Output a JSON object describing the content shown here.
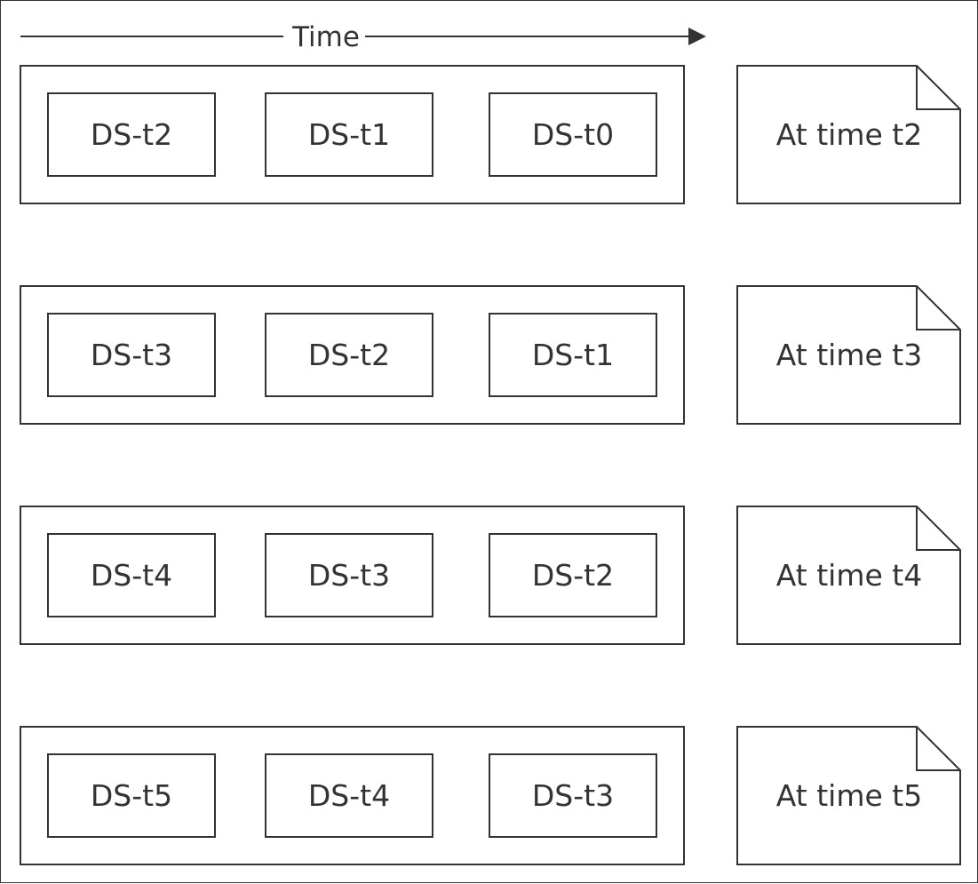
{
  "axis": {
    "label": "Time"
  },
  "rows": [
    {
      "boxes": [
        "DS-t2",
        "DS-t1",
        "DS-t0"
      ],
      "note": "At time t2"
    },
    {
      "boxes": [
        "DS-t3",
        "DS-t2",
        "DS-t1"
      ],
      "note": "At time t3"
    },
    {
      "boxes": [
        "DS-t4",
        "DS-t3",
        "DS-t2"
      ],
      "note": "At time t4"
    },
    {
      "boxes": [
        "DS-t5",
        "DS-t4",
        "DS-t3"
      ],
      "note": "At time t5"
    }
  ],
  "colors": {
    "stroke": "#333333",
    "fill": "#ffffff"
  }
}
